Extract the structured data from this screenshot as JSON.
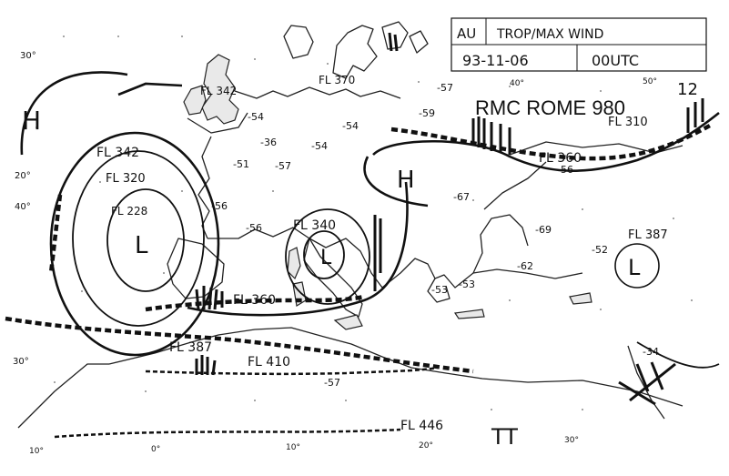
{
  "header": {
    "product": "AU",
    "title": "TROP/MAX WIND",
    "date": "93-11-06",
    "time": "00UTC",
    "issuer": "RMC ROME 980",
    "code": "12"
  },
  "pressure_centers": {
    "high_west": "H",
    "high_central": "H",
    "low_atlantic": "L",
    "low_italy": "L",
    "low_east": "L"
  },
  "tropopause_labels": {
    "fl342": "FL 342",
    "fl320": "FL 320",
    "fl228": "FL 228",
    "fl387_east": "FL 387",
    "fl310": "FL 310",
    "fl342_italy": "FL 342",
    "fl340": "FL 340",
    "fl370": "FL 370"
  },
  "jet_labels": {
    "fl360_north": "FL 360",
    "fl360_med": "FL 360",
    "fl387": "FL 387",
    "fl410": "FL 410",
    "fl446": "FL 446"
  },
  "temperatures": [
    "-54",
    "-36",
    "-51",
    "-57",
    "-54",
    "-54",
    "-56",
    "-56",
    "-53",
    "-57",
    "-67",
    "-69",
    "-62",
    "-59",
    "-52",
    "-53",
    "-34",
    "-57",
    "-56"
  ],
  "lat_labels": [
    "30°",
    "20°",
    "40°",
    "30°"
  ],
  "lon_labels": [
    "10°",
    "0°",
    "10°",
    "20°",
    "30°",
    "40°",
    "50°"
  ],
  "tropical_mark": "TT"
}
